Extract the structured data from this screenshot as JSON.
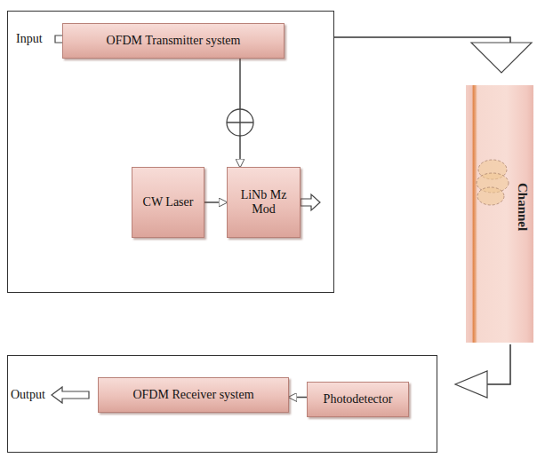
{
  "diagram": {
    "nodes": [
      {
        "text": [
          "OFDM Transmitter system"
        ]
      },
      {
        "text": [
          "CW Laser"
        ]
      },
      {
        "text": [
          "LiNb Mz Mod"
        ]
      },
      {
        "text": [
          "Channel"
        ]
      },
      {
        "text": [
          "OFDM Receiver system"
        ]
      },
      {
        "text": [
          "Photodetector"
        ]
      }
    ],
    "edges": [
      {
        "from": 0,
        "to": 2,
        "arrow": "to"
      },
      {
        "from": 1,
        "to": 2,
        "arrow": "to"
      },
      {
        "from": 5,
        "to": 4,
        "arrow": "to"
      }
    ],
    "labels": [
      "Input",
      "Output"
    ]
  }
}
